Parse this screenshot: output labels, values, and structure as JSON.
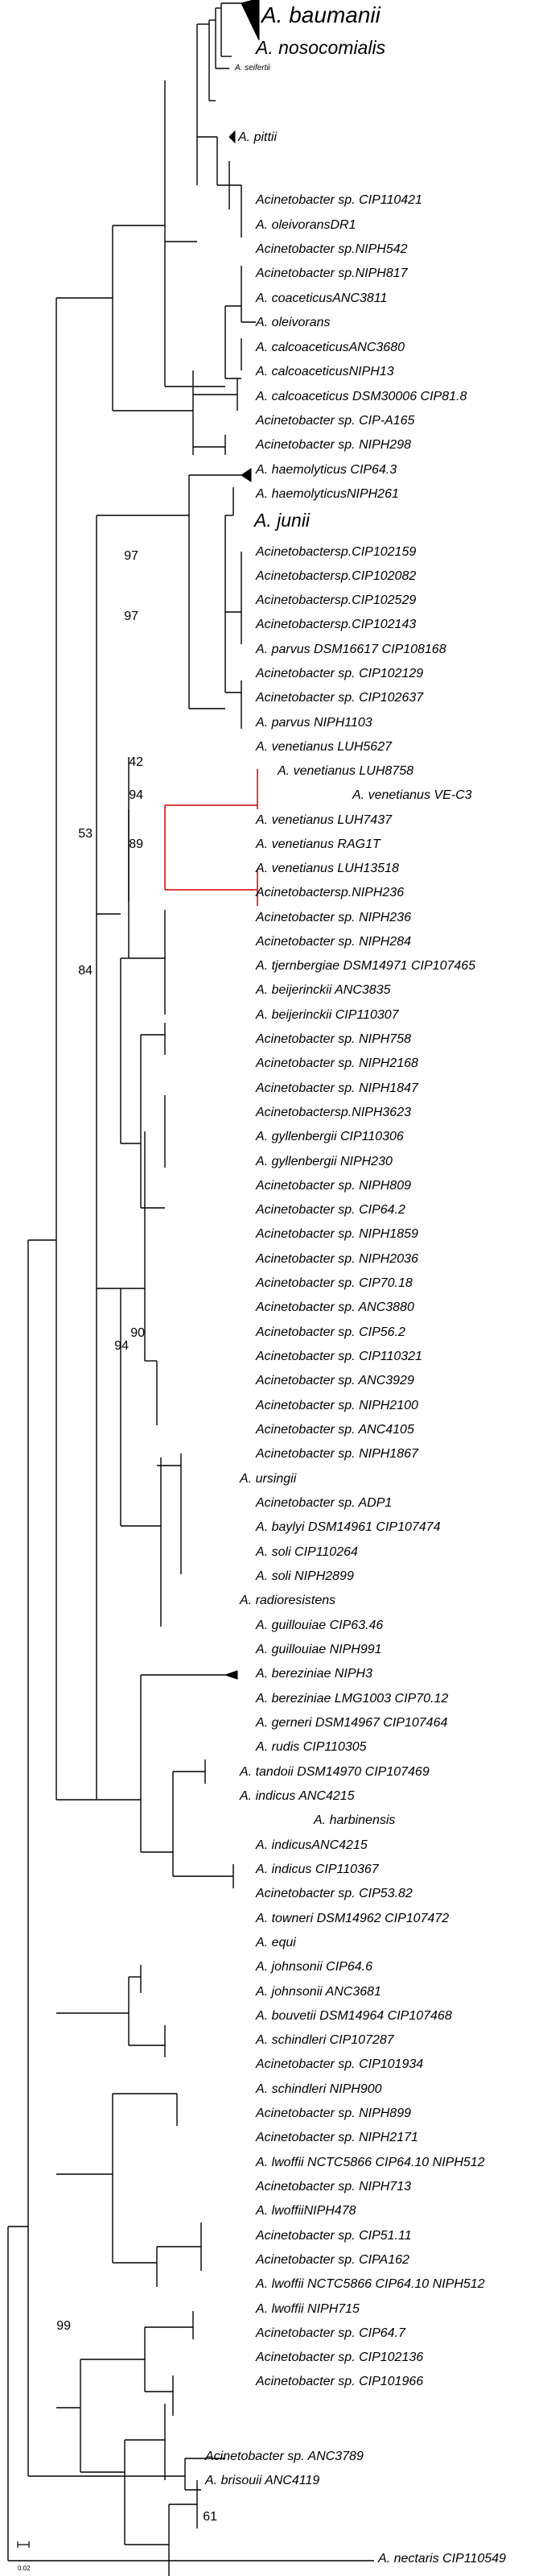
{
  "taxa": [
    "A. baumanii",
    "A. nosocomialis",
    "A. seifertii",
    "A. pittii",
    "Acinetobacter sp. CIP110421",
    "A. oleivoransDR1",
    "Acinetobacter sp.NIPH542",
    "Acinetobacter sp.NIPH817",
    "A. coaceticusANC3811",
    "A. oleivorans",
    "A. calcoaceticusANC3680",
    "A. calcoaceticusNIPH13",
    "A. calcoaceticus DSM30006 CIP81.8",
    "Acinetobacter sp. CIP-A165",
    "Acinetobacter sp. NIPH298",
    "A. haemolyticus CIP64.3",
    "A. haemolyticusNIPH261",
    "A. junii",
    "Acinetobactersp.CIP102159",
    "Acinetobactersp.CIP102082",
    "Acinetobactersp.CIP102529",
    "Acinetobactersp.CIP102143",
    "A. parvus DSM16617 CIP108168",
    "Acinetobacter sp. CIP102129",
    "Acinetobacter sp. CIP102637",
    "A. parvus NIPH1103",
    "A. venetianus LUH5627",
    "A. venetianus LUH8758",
    "A. venetianus VE-C3",
    "A. venetianus LUH7437",
    "A. venetianus RAG1T",
    "A. venetianus LUH13518",
    "Acinetobactersp.NIPH236",
    "Acinetobacter sp. NIPH236",
    "Acinetobacter sp. NIPH284",
    "A. tjernbergiae DSM14971 CIP107465",
    "A. beijerinckii ANC3835",
    "A. beijerinckii CIP110307",
    "Acinetobacter sp. NIPH758",
    "Acinetobacter sp. NIPH2168",
    "Acinetobacter sp. NIPH1847",
    "Acinetobactersp.NIPH3623",
    "A. gyllenbergii CIP110306",
    "A. gyllenbergii NIPH230",
    "Acinetobacter sp. NIPH809",
    "Acinetobacter sp. CIP64.2",
    "Acinetobacter sp. NIPH1859",
    "Acinetobacter sp. NIPH2036",
    "Acinetobacter sp. CIP70.18",
    "Acinetobacter sp. ANC3880",
    "Acinetobacter sp. CIP56.2",
    "Acinetobacter sp. CIP110321",
    "Acinetobacter sp. ANC3929",
    "Acinetobacter sp. NIPH2100",
    "Acinetobacter sp. ANC4105",
    "Acinetobacter sp. NIPH1867",
    "A. ursingii",
    "Acinetobacter sp. ADP1",
    "A. baylyi DSM14961 CIP107474",
    "A. soli CIP110264",
    "A. soli NIPH2899",
    "A. radioresistens",
    "A. guillouiae CIP63.46",
    "A. guillouiae NIPH991",
    "A. bereziniae NIPH3",
    "A. bereziniae LMG1003 CIP70.12",
    "A. gerneri DSM14967 CIP107464",
    "A. rudis CIP110305",
    "A. tandoii DSM14970 CIP107469",
    "A. indicus ANC4215",
    "A. harbinensis",
    "A. indicusANC4215",
    "A. indicus CIP110367",
    "Acinetobacter sp. CIP53.82",
    "A. towneri DSM14962 CIP107472",
    "A. equi",
    "A. johnsonii CIP64.6",
    "A. johnsonii ANC3681",
    "A. bouvetii DSM14964 CIP107468",
    "A. schindleri CIP107287",
    "Acinetobacter sp. CIP101934",
    "A. schindleri NIPH900",
    "Acinetobacter sp. NIPH899",
    "Acinetobacter sp. NIPH2171",
    "A. lwoffii NCTC5866 CIP64.10 NIPH512",
    "Acinetobacter sp. NIPH713",
    "A. lwoffiiNIPH478",
    "Acinetobacter sp. CIP51.11",
    "Acinetobacter sp. CIPA162",
    "A. lwoffii NCTC5866 CIP64.10 NIPH512",
    "A. lwoffii NIPH715",
    "Acinetobacter sp. CIP64.7",
    "Acinetobacter sp. CIP102136",
    "Acinetobacter sp. CIP101966",
    "Acinetobacter sp. ANC3789",
    "A. brisouii ANC4119",
    "A. nectaris CIP110549"
  ],
  "bootstrap": [
    "97",
    "97",
    "42",
    "94",
    "53",
    "89",
    "84",
    "94",
    "90",
    "99",
    "61"
  ],
  "scale_bar": {
    "label": "0.02"
  },
  "colors": {
    "branch": "#000000",
    "venetianus": "#d40000"
  }
}
